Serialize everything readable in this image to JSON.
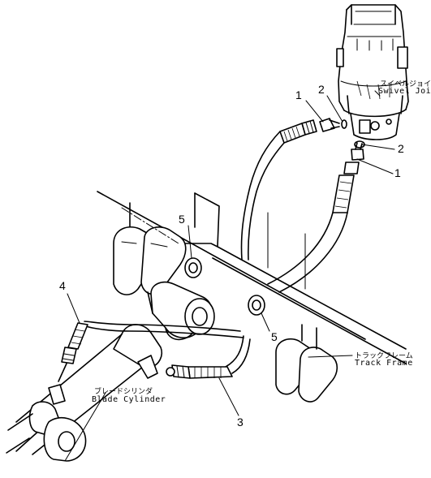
{
  "labels": {
    "swivel_joint_jp": "スイベルジョイント",
    "swivel_joint_en": "Swivel  Joint",
    "track_frame_jp": "トラックフレーム",
    "track_frame_en": "Track  Frame",
    "blade_cylinder_jp": "ブレードシリンダ",
    "blade_cylinder_en": "Blade  Cylinder"
  },
  "callouts": {
    "c1_top": "1",
    "c2_top": "2",
    "c2_right": "2",
    "c1_right": "1",
    "c5_upper": "5",
    "c5_lower": "5",
    "c4": "4",
    "c3": "3"
  }
}
